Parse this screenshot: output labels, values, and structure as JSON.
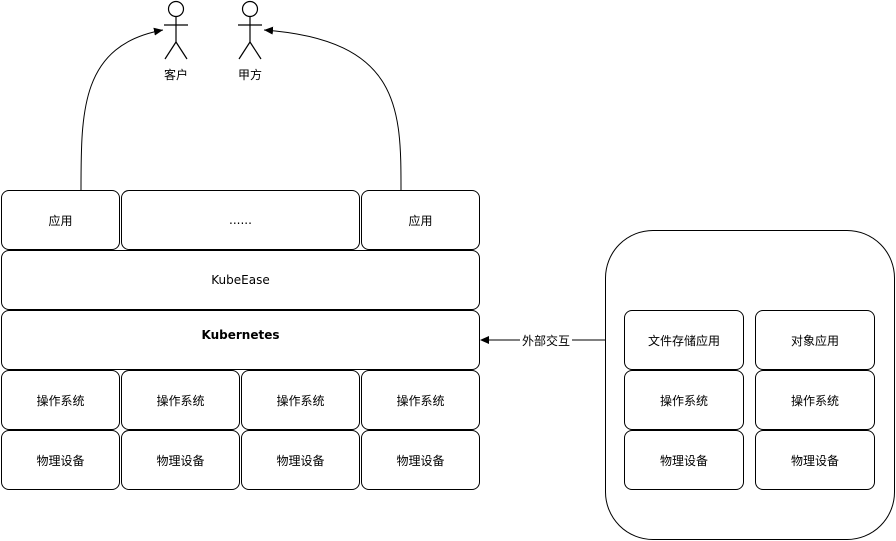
{
  "actors": {
    "customer": "客户",
    "client": "甲方"
  },
  "left_stack": {
    "app_left": "应用",
    "app_ellipsis": "......",
    "app_right": "应用",
    "kubeease": "KubeEase",
    "kubernetes": "Kubernetes",
    "os": [
      "操作系统",
      "操作系统",
      "操作系统",
      "操作系统"
    ],
    "hardware": [
      "物理设备",
      "物理设备",
      "物理设备",
      "物理设备"
    ]
  },
  "connector_label": "外部交互",
  "right_group": {
    "file_storage_app": "文件存储应用",
    "object_app": "对象应用",
    "os": [
      "操作系统",
      "操作系统"
    ],
    "hardware": [
      "物理设备",
      "物理设备"
    ]
  }
}
